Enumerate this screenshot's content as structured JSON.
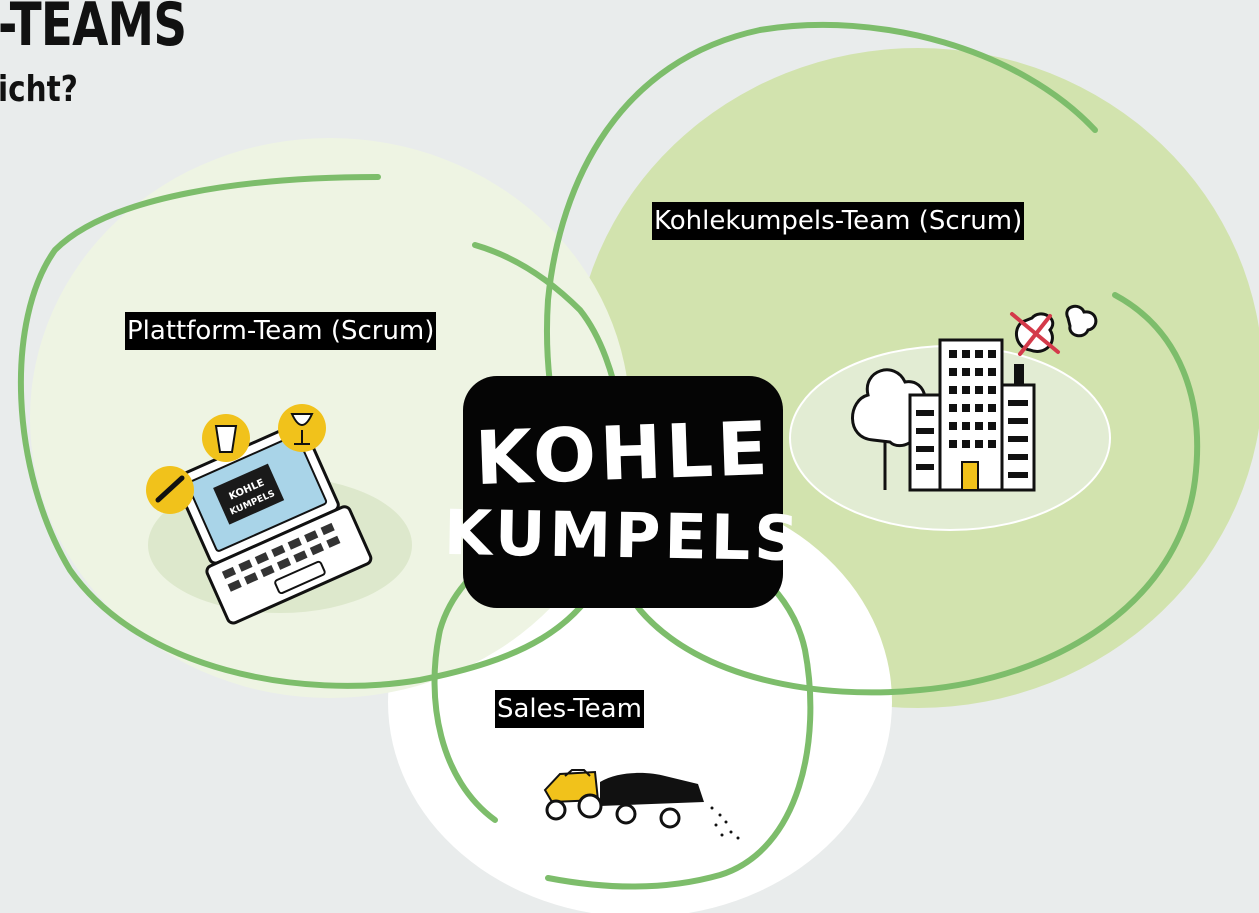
{
  "header": {
    "title": "-TEAMS",
    "subtitle": "icht?"
  },
  "colors": {
    "background": "#e9ecec",
    "stroke_green": "#7dbd6b",
    "plattform_fill": "#eef4e3",
    "kohlekumpels_fill": "#d2e3ae",
    "sales_fill": "#ffffff",
    "logo_bg": "#050505",
    "accent_yellow": "#f1c21b"
  },
  "logo": {
    "line1": "KOHLE",
    "line2": "KUMPELS"
  },
  "teams": [
    {
      "label": "Plattform-Team (Scrum)",
      "icon": "laptop-icon"
    },
    {
      "label": "Kohlekumpels-Team (Scrum)",
      "icon": "building-with-tree-icon"
    },
    {
      "label": "Sales-Team",
      "icon": "coal-truck-icon"
    }
  ]
}
